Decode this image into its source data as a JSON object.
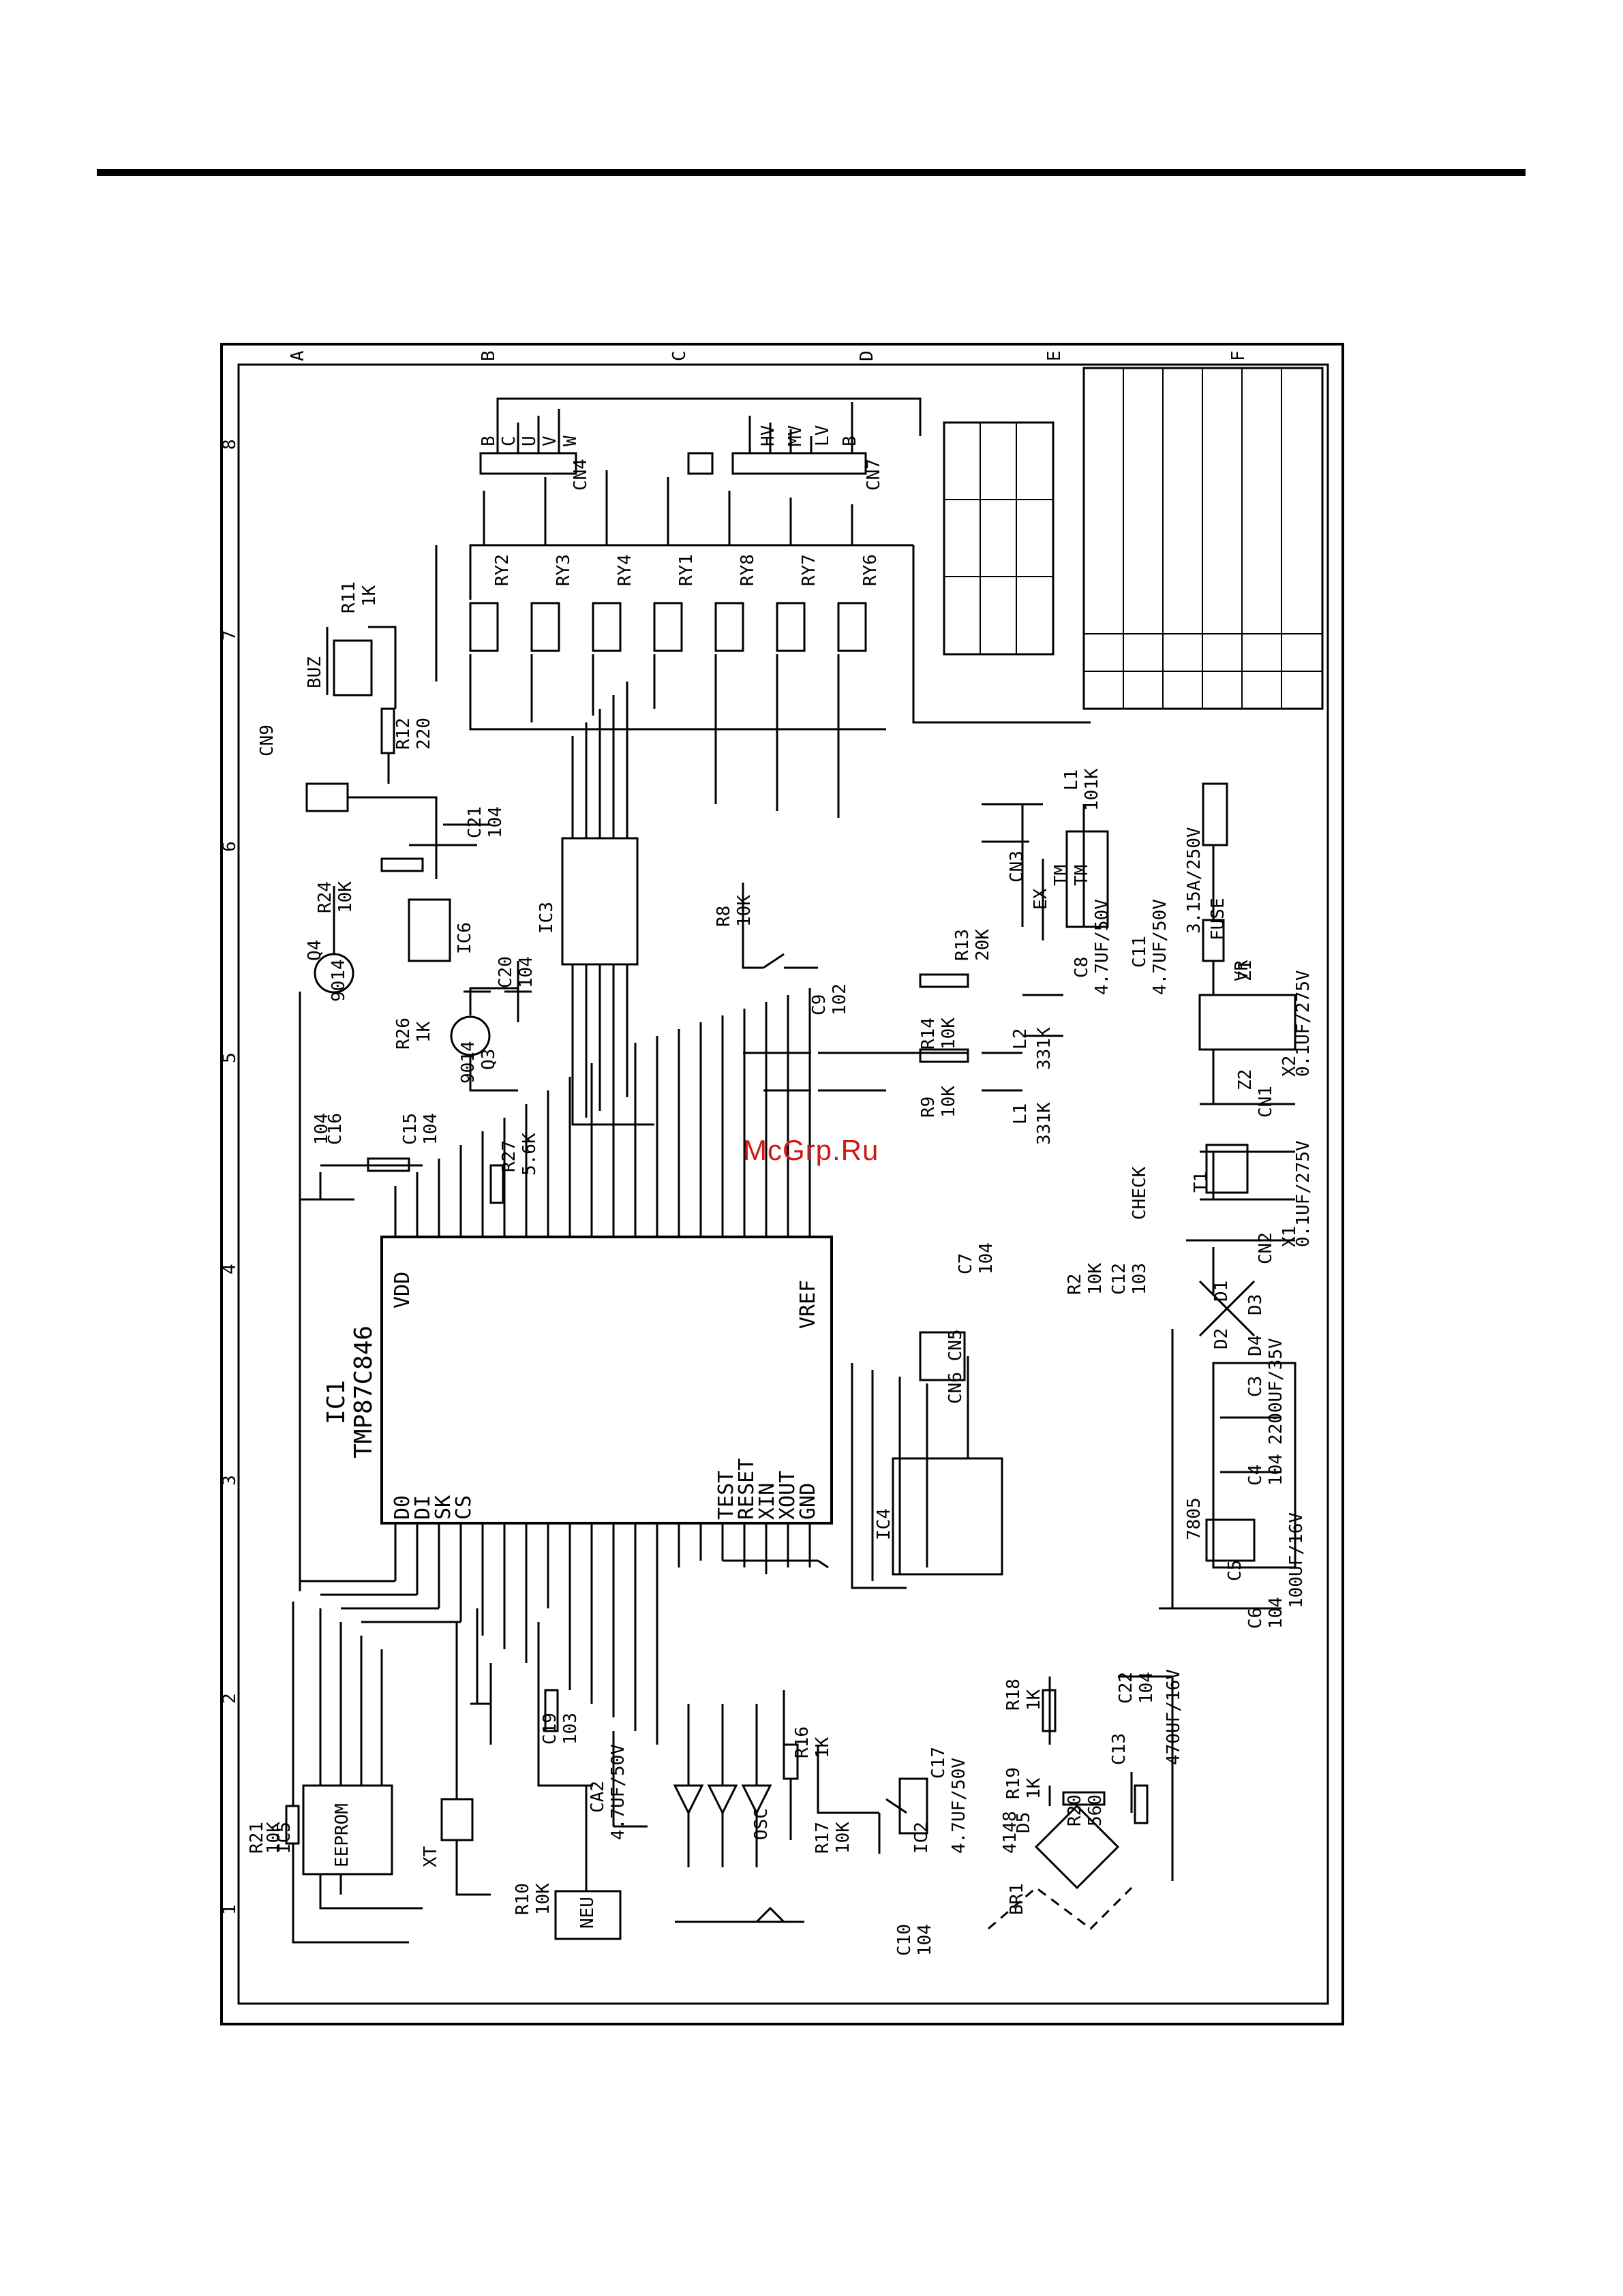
{
  "watermark": "McGrp.Ru",
  "colors": {
    "ink": "#000000",
    "paper": "#ffffff",
    "watermark": "#d01818"
  },
  "main_ic": {
    "ref": "IC1",
    "part": "TMP87C846",
    "pin_labels": [
      "VDD",
      "VREF",
      "D0",
      "DI",
      "SK",
      "CS",
      "TEST",
      "RESET",
      "XIN",
      "XOUT",
      "GND"
    ]
  },
  "components": [
    {
      "ref": "IC5",
      "value": "EEPROM"
    },
    {
      "ref": "IC3",
      "value": ""
    },
    {
      "ref": "IC4",
      "value": ""
    },
    {
      "ref": "IC6",
      "value": ""
    },
    {
      "ref": "IC2",
      "value": ""
    },
    {
      "ref": "BUZ",
      "value": ""
    },
    {
      "ref": "XT",
      "value": ""
    },
    {
      "ref": "CN4",
      "value": ""
    },
    {
      "ref": "CN7",
      "value": ""
    },
    {
      "ref": "CN3",
      "value": ""
    },
    {
      "ref": "CN1",
      "value": ""
    },
    {
      "ref": "CN2",
      "value": ""
    },
    {
      "ref": "CN6 CN5",
      "value": ""
    },
    {
      "ref": "CN9",
      "value": ""
    },
    {
      "ref": "T1",
      "value": ""
    },
    {
      "ref": "L1",
      "value": "331K"
    },
    {
      "ref": "L2",
      "value": "331K"
    },
    {
      "ref": "L1",
      "value": "101K"
    },
    {
      "ref": "R11",
      "value": "1K"
    },
    {
      "ref": "R12",
      "value": "220"
    },
    {
      "ref": "R24",
      "value": "10K"
    },
    {
      "ref": "R26",
      "value": "1K"
    },
    {
      "ref": "R27",
      "value": "5.6K"
    },
    {
      "ref": "R14",
      "value": "10K"
    },
    {
      "ref": "R9",
      "value": "10K"
    },
    {
      "ref": "R13",
      "value": "20K"
    },
    {
      "ref": "R21",
      "value": "10K"
    },
    {
      "ref": "R8",
      "value": "10K"
    },
    {
      "ref": "R10",
      "value": "10K"
    },
    {
      "ref": "R2",
      "value": "10K"
    },
    {
      "ref": "R16",
      "value": "1K"
    },
    {
      "ref": "R17",
      "value": "10K"
    },
    {
      "ref": "R18",
      "value": "1K"
    },
    {
      "ref": "R19",
      "value": "1K"
    },
    {
      "ref": "R20",
      "value": "560"
    },
    {
      "ref": "C7",
      "value": "104"
    },
    {
      "ref": "C9",
      "value": "102"
    },
    {
      "ref": "C10",
      "value": "104"
    },
    {
      "ref": "C12",
      "value": "103"
    },
    {
      "ref": "C15",
      "value": "104"
    },
    {
      "ref": "C16",
      "value": "104"
    },
    {
      "ref": "C19",
      "value": "103"
    },
    {
      "ref": "C20",
      "value": "104"
    },
    {
      "ref": "C21",
      "value": "104"
    },
    {
      "ref": "C22",
      "value": "104"
    },
    {
      "ref": "C4",
      "value": "104"
    },
    {
      "ref": "C6",
      "value": "104"
    },
    {
      "ref": "C8",
      "value": "4.7UF/50V"
    },
    {
      "ref": "C11",
      "value": "4.7UF/50V"
    },
    {
      "ref": "C17",
      "value": "4.7UF/50V"
    },
    {
      "ref": "CA2",
      "value": "4.7UF/50V"
    },
    {
      "ref": "C3",
      "value": "2200UF/35V"
    },
    {
      "ref": "C5",
      "value": "100UF/16V"
    },
    {
      "ref": "C13",
      "value": "470UF/16V"
    },
    {
      "ref": "Q3",
      "value": "9014"
    },
    {
      "ref": "Q4",
      "value": "9014"
    },
    {
      "ref": "FUSE",
      "value": "3.15A/250V"
    },
    {
      "ref": "VR",
      "value": ""
    },
    {
      "ref": "X2",
      "value": "0.1UF/275V"
    },
    {
      "ref": "X1",
      "value": "0.1UF/275V"
    },
    {
      "ref": "Z1",
      "value": ""
    },
    {
      "ref": "Z2",
      "value": ""
    },
    {
      "ref": "BR1",
      "value": ""
    },
    {
      "ref": "D1",
      "value": ""
    },
    {
      "ref": "D2",
      "value": ""
    },
    {
      "ref": "D3",
      "value": ""
    },
    {
      "ref": "D4",
      "value": ""
    },
    {
      "ref": "D5",
      "value": "4148"
    },
    {
      "ref": "7805",
      "value": ""
    },
    {
      "ref": "NEU",
      "value": ""
    },
    {
      "ref": "OSC",
      "value": ""
    }
  ],
  "relays": [
    "RY2",
    "RY3",
    "RY4",
    "RY1",
    "RY8",
    "RY7",
    "RY6"
  ],
  "connector_pins": {
    "cn4": [
      "B",
      "C",
      "U",
      "V",
      "W"
    ],
    "cn7": [
      "HV",
      "MV",
      "LV",
      "B"
    ],
    "cn3": [
      "EX",
      "TM",
      "TM"
    ]
  },
  "misc_labels": {
    "check": "CHECK",
    "column_letters": [
      "A",
      "B",
      "C",
      "D",
      "E",
      "F"
    ],
    "row_numbers": [
      "1",
      "2",
      "3",
      "4",
      "5",
      "6",
      "7",
      "8"
    ]
  }
}
